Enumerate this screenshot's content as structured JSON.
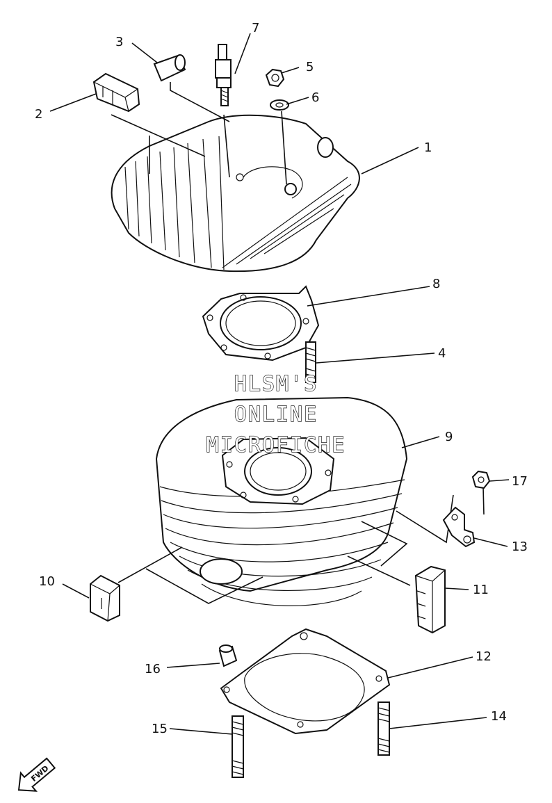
{
  "callouts": [
    {
      "id": "1",
      "text": "1"
    },
    {
      "id": "2",
      "text": "2"
    },
    {
      "id": "3",
      "text": "3"
    },
    {
      "id": "4",
      "text": "4"
    },
    {
      "id": "5",
      "text": "5"
    },
    {
      "id": "6",
      "text": "6"
    },
    {
      "id": "7",
      "text": "7"
    },
    {
      "id": "8",
      "text": "8"
    },
    {
      "id": "9",
      "text": "9"
    },
    {
      "id": "10",
      "text": "10"
    },
    {
      "id": "11",
      "text": "11"
    },
    {
      "id": "12",
      "text": "12"
    },
    {
      "id": "13",
      "text": "13"
    },
    {
      "id": "14",
      "text": "14"
    },
    {
      "id": "15",
      "text": "15"
    },
    {
      "id": "16",
      "text": "16"
    },
    {
      "id": "17",
      "text": "17"
    }
  ],
  "watermark": {
    "line1": "HLSM'S",
    "line2": "ONLINE",
    "line3": "MICROFICHE"
  },
  "direction_badge": "FWD"
}
